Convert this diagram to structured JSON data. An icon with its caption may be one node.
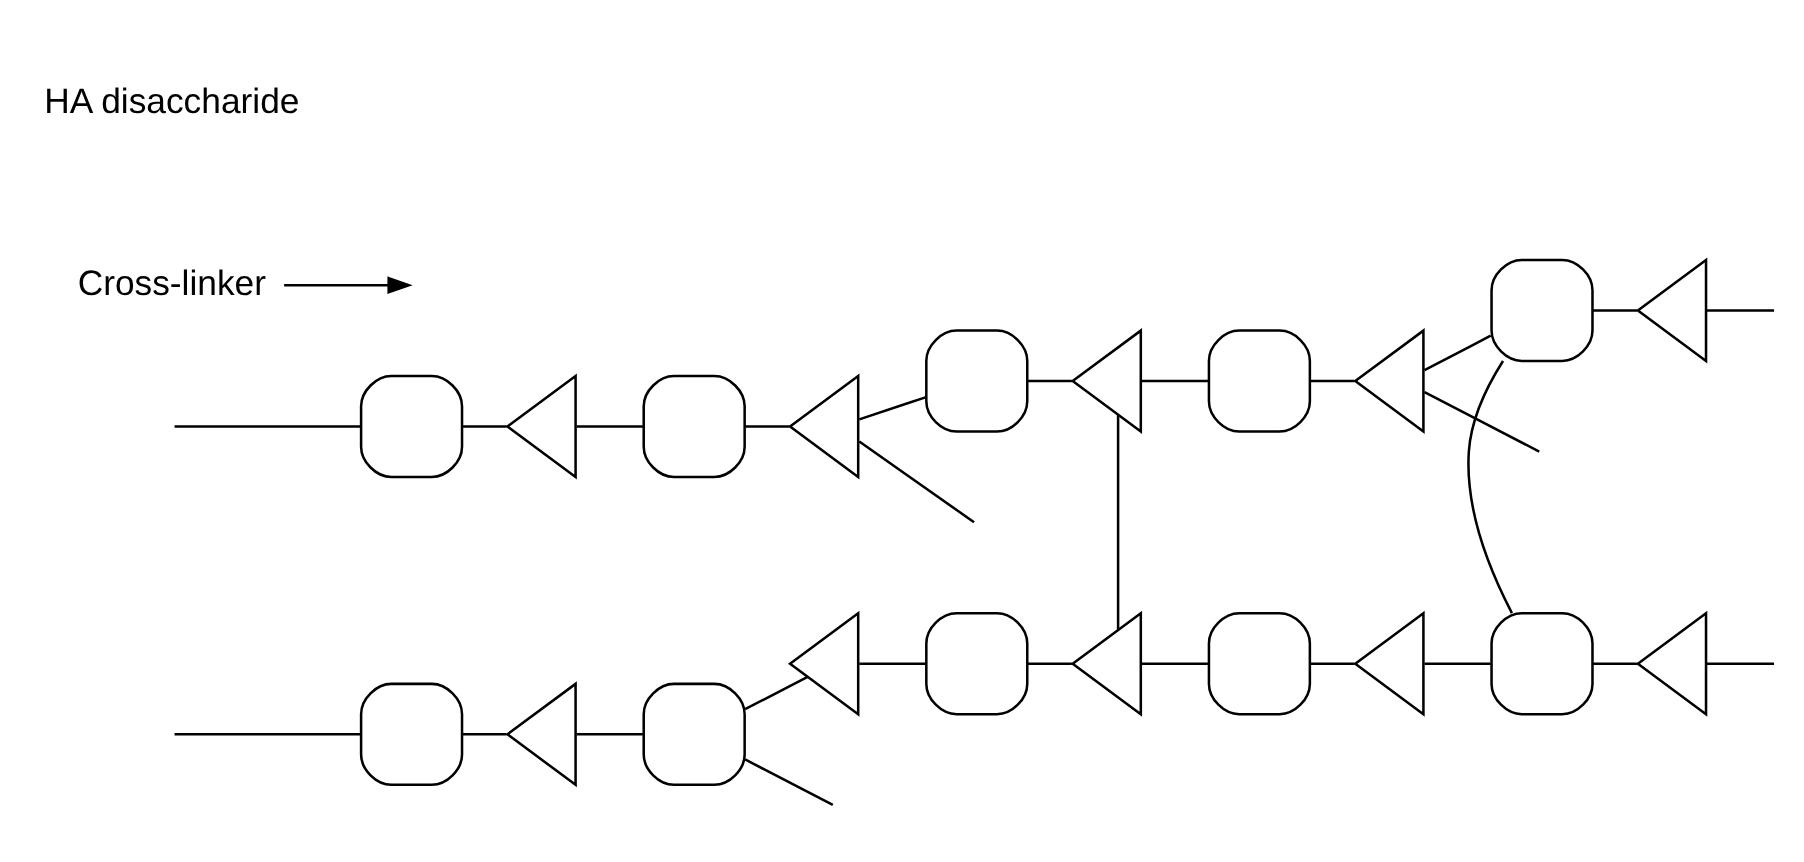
{
  "diagram": {
    "nodes": [
      {
        "text": [],
        "shape": "box"
      },
      {
        "text": [],
        "shape": "triangle"
      },
      {
        "text": [],
        "shape": "box"
      },
      {
        "text": [],
        "shape": "triangle"
      },
      {
        "text": [],
        "shape": "box"
      },
      {
        "text": [],
        "shape": "triangle"
      },
      {
        "text": [],
        "shape": "box"
      },
      {
        "text": [],
        "shape": "triangle"
      },
      {
        "text": [],
        "shape": "box"
      },
      {
        "text": [],
        "shape": "triangle"
      },
      {
        "text": [],
        "shape": "box"
      },
      {
        "text": [],
        "shape": "triangle"
      },
      {
        "text": [],
        "shape": "box"
      },
      {
        "text": [],
        "shape": "triangle"
      },
      {
        "text": [],
        "shape": "box"
      },
      {
        "text": [],
        "shape": "triangle"
      },
      {
        "text": [],
        "shape": "box"
      },
      {
        "text": [],
        "shape": "triangle"
      },
      {
        "text": [],
        "shape": "box"
      },
      {
        "text": [],
        "shape": "triangle"
      },
      {
        "text": [
          "Cross-linker"
        ]
      }
    ],
    "edges": [
      {
        "from": null,
        "to": 0,
        "arrow": "none"
      },
      {
        "from": 0,
        "to": 1,
        "arrow": "none"
      },
      {
        "from": 1,
        "to": 2,
        "arrow": "none"
      },
      {
        "from": 2,
        "to": 3,
        "arrow": "none"
      },
      {
        "from": 3,
        "to": 4,
        "arrow": "none"
      },
      {
        "from": 4,
        "to": 5,
        "arrow": "none"
      },
      {
        "from": 5,
        "to": 6,
        "arrow": "none"
      },
      {
        "from": 6,
        "to": 7,
        "arrow": "none"
      },
      {
        "from": 7,
        "to": 8,
        "arrow": "none"
      },
      {
        "from": 8,
        "to": 9,
        "arrow": "none"
      },
      {
        "from": 9,
        "to": null,
        "arrow": "none"
      },
      {
        "from": null,
        "to": 10,
        "arrow": "none"
      },
      {
        "from": 10,
        "to": 11,
        "arrow": "none"
      },
      {
        "from": 11,
        "to": 12,
        "arrow": "none"
      },
      {
        "from": 12,
        "to": 13,
        "arrow": "none"
      },
      {
        "from": 13,
        "to": 14,
        "arrow": "none"
      },
      {
        "from": 14,
        "to": 15,
        "arrow": "none"
      },
      {
        "from": 15,
        "to": 16,
        "arrow": "none"
      },
      {
        "from": 16,
        "to": 17,
        "arrow": "none"
      },
      {
        "from": 17,
        "to": 18,
        "arrow": "none"
      },
      {
        "from": 18,
        "to": 19,
        "arrow": "none"
      },
      {
        "from": 19,
        "to": null,
        "arrow": "none"
      },
      {
        "from": 2,
        "to": null,
        "arrow": "none"
      },
      {
        "from": 5,
        "to": 15,
        "arrow": "none"
      },
      {
        "from": 8,
        "to": 18,
        "arrow": "none"
      },
      {
        "from": 13,
        "to": null,
        "arrow": "none"
      },
      {
        "from": 17,
        "to": null,
        "arrow": "none"
      },
      {
        "from": 20,
        "to": null,
        "arrow": "to"
      }
    ],
    "labels": [
      "HA disaccharide"
    ]
  }
}
